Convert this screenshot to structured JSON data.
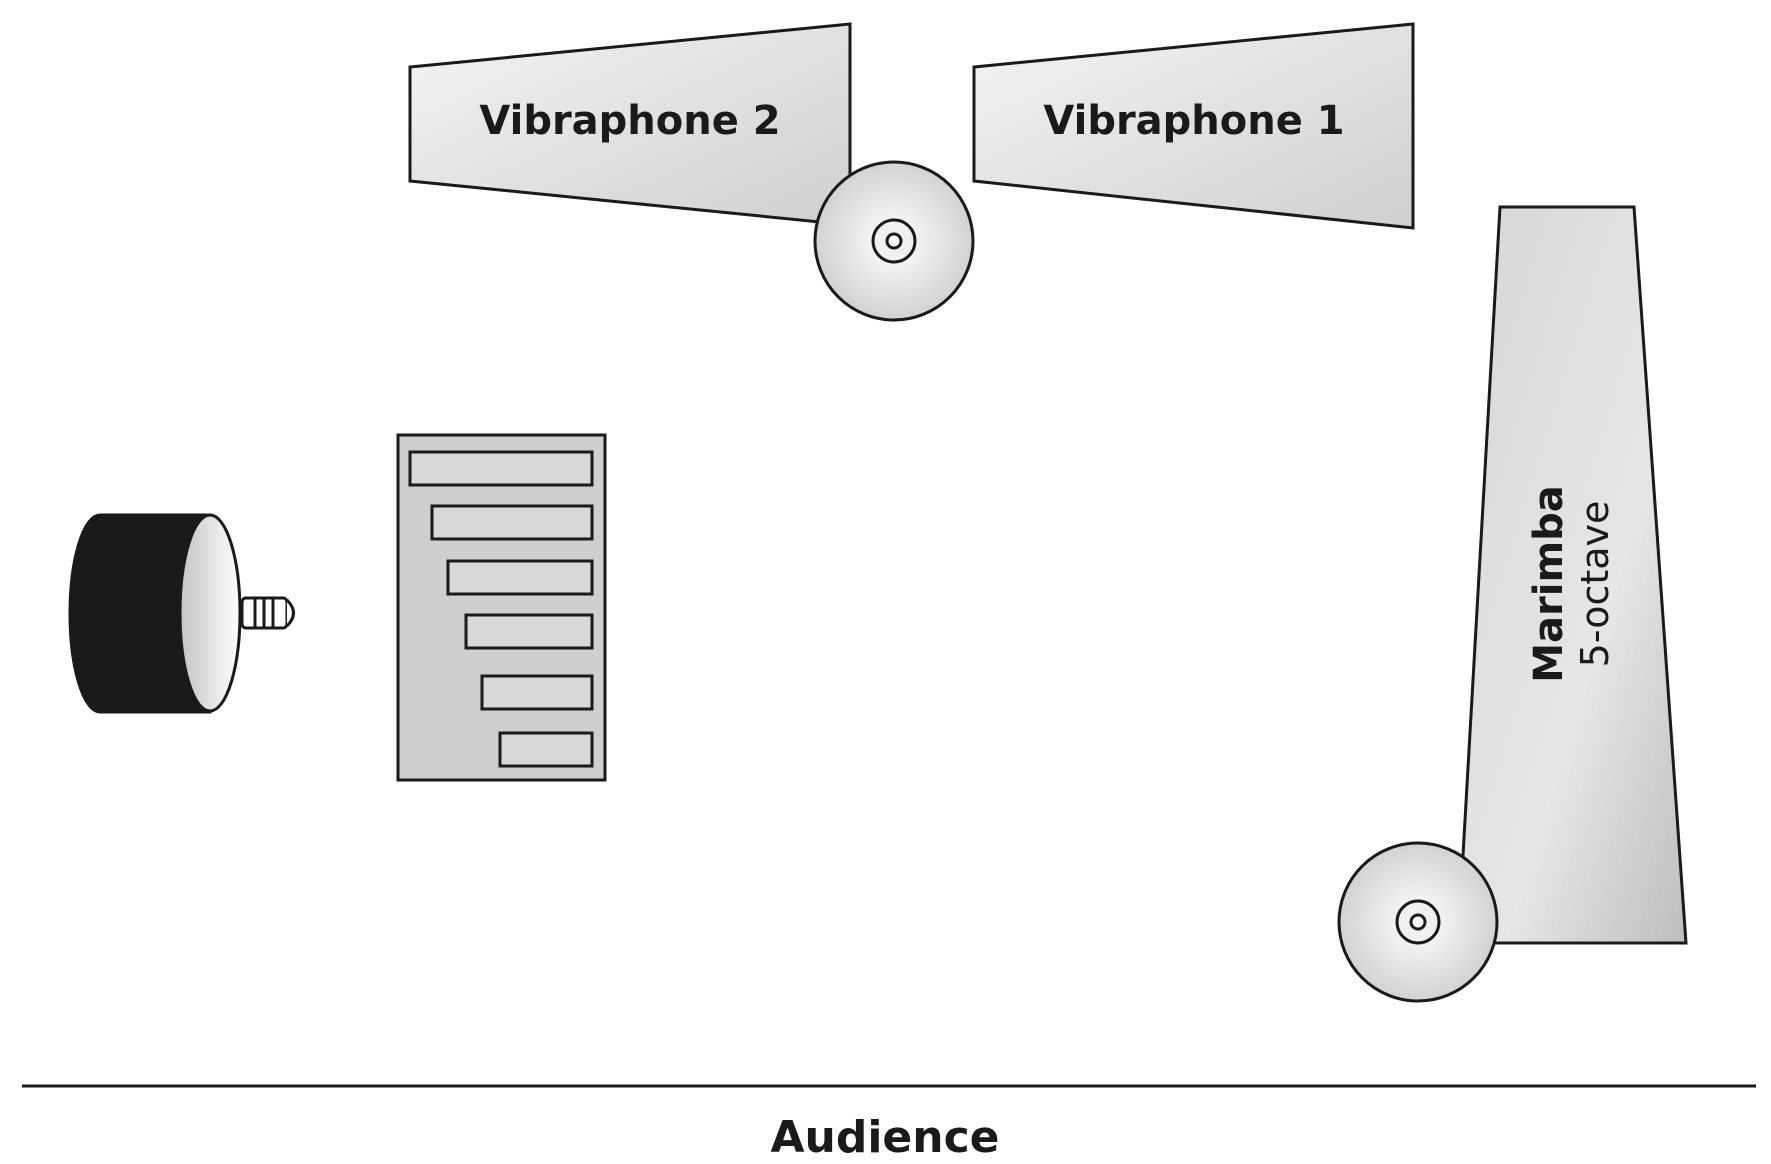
{
  "diagram": {
    "instruments": {
      "vibraphone_2": {
        "label": "Vibraphone 2"
      },
      "vibraphone_1": {
        "label": "Vibraphone 1"
      },
      "marimba": {
        "label": "Marimba",
        "sublabel": "5-octave"
      },
      "bass_drum": {
        "icon": "bass-drum-icon"
      },
      "chimes": {
        "icon": "tubular-bells-icon"
      }
    },
    "audience": {
      "label": "Audience"
    },
    "colors": {
      "outline": "#1a1a1a",
      "instrument_fill": "#e6e6e6",
      "drum_shell": "#1a1a1a"
    }
  }
}
